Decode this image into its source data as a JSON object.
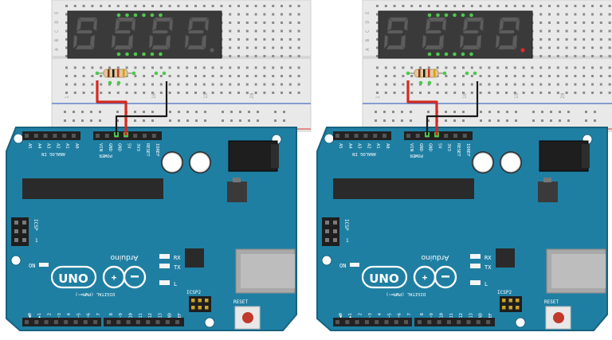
{
  "colors": {
    "board": "#1f7fa3",
    "board_edge": "#17627f",
    "silk": "#ffffff",
    "display_body": "#3a3a3a",
    "segment_off": "#5d5d5d",
    "wire_red": "#d42a20",
    "wire_black": "#1a1a1a",
    "dp_on": "#e8242a",
    "breadboard": "#e9e9e9",
    "rail_red": "#d9534f",
    "rail_blue": "#4a6fc4"
  },
  "icons": [
    "seven-segment-display-icon",
    "resistor-icon",
    "jumper-wire-icon",
    "arduino-uno-board-icon",
    "usb-connector-icon",
    "power-jack-icon",
    "capacitor-icon",
    "reset-button-icon"
  ],
  "breadboard": {
    "rows_top": [
      "E",
      "D",
      "C",
      "B",
      "A"
    ],
    "col_numbers": [
      "1",
      "10",
      "15",
      "20"
    ]
  },
  "boards": [
    {
      "id": "left",
      "decimal_point_lit": false,
      "analog_header_label": "ANALOG IN",
      "analog_pins": [
        "A5",
        "A4",
        "A3",
        "A2",
        "A1",
        "A0"
      ],
      "power_header_label": "POWER",
      "power_pins": [
        "VIN",
        "GND",
        "GND",
        "5V",
        "3V3",
        "RESET",
        "IOREF"
      ],
      "digital_label": "DIGITAL (PWM=~)",
      "digital_pins_left": [
        "7",
        "~6",
        "~5",
        "4",
        "~3",
        "2",
        "TX▶1",
        "RX◀0"
      ],
      "digital_pins_right": [
        "AREF",
        "GND",
        "13",
        "12",
        "~11",
        "~10",
        "~9",
        "8"
      ],
      "icsp_label": "ICSP",
      "icsp2_label": "ICSP2",
      "on_label": "ON",
      "tx_label": "TX",
      "rx_label": "RX",
      "l_label": "L",
      "reset_label": "RESET",
      "brand": "Arduino",
      "model": "UNO"
    },
    {
      "id": "right",
      "decimal_point_lit": true,
      "analog_header_label": "ANALOG IN",
      "analog_pins": [
        "A5",
        "A4",
        "A3",
        "A2",
        "A1",
        "A0"
      ],
      "power_header_label": "POWER",
      "power_pins": [
        "VIN",
        "GND",
        "GND",
        "5V",
        "3V3",
        "RESET",
        "IOREF"
      ],
      "digital_label": "DIGITAL (PWM=~)",
      "digital_pins_left": [
        "7",
        "~6",
        "~5",
        "4",
        "~3",
        "2",
        "TX▶1",
        "RX◀0"
      ],
      "digital_pins_right": [
        "AREF",
        "GND",
        "13",
        "12",
        "~11",
        "~10",
        "~9",
        "8"
      ],
      "icsp_label": "ICSP",
      "icsp2_label": "ICSP2",
      "on_label": "ON",
      "tx_label": "TX",
      "rx_label": "RX",
      "l_label": "L",
      "reset_label": "RESET",
      "brand": "Arduino",
      "model": "UNO"
    }
  ]
}
